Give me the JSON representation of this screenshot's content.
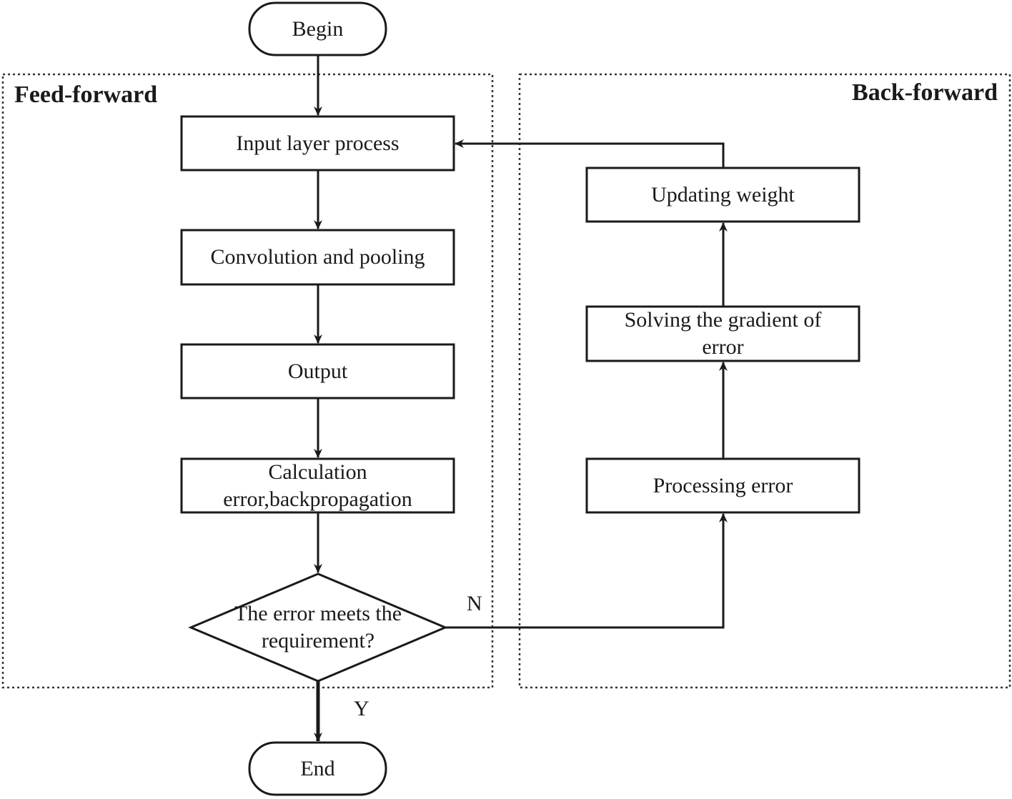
{
  "diagram": {
    "groups": {
      "feed_forward": "Feed-forward",
      "back_forward": "Back-forward"
    },
    "nodes": {
      "begin": "Begin",
      "input_layer": "Input layer process",
      "convolution": "Convolution and pooling",
      "output": "Output",
      "calculation": "Calculation\nerror,backpropagation",
      "decision": "The error meets the\nrequirement?",
      "end": "End",
      "processing_error": "Processing error",
      "solving_gradient": "Solving the gradient of\nerror",
      "updating_weight": "Updating weight"
    },
    "edge_labels": {
      "no": "N",
      "yes": "Y"
    },
    "colors": {
      "stroke": "#1a1a1a",
      "group_border": "#333333",
      "background": "#ffffff"
    }
  }
}
